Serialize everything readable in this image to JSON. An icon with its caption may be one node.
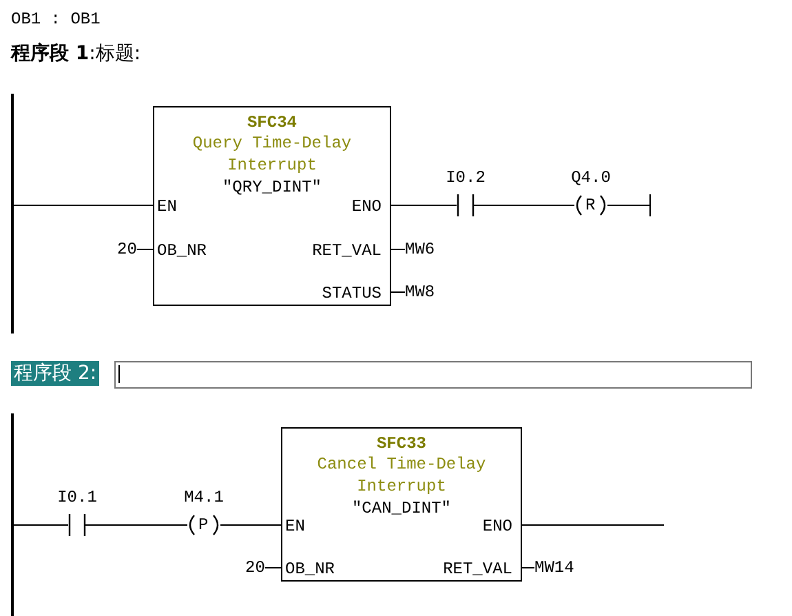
{
  "diagram": {
    "nodes": [
      {
        "text": [],
        "shape": "bar"
      },
      {
        "text": [
          "SFC34",
          "Query Time-Delay Interrupt",
          "\"QRY_DINT\"",
          "EN",
          "ENO",
          "OB_NR",
          "RET_VAL",
          "STATUS"
        ]
      },
      {
        "text": [
          "20"
        ]
      },
      {
        "text": [
          "MW6"
        ]
      },
      {
        "text": [
          "MW8"
        ]
      },
      {
        "text": [
          "I0.2"
        ]
      },
      {
        "text": [
          "Q4.0",
          "R"
        ]
      },
      {
        "text": [],
        "shape": "bar"
      },
      {
        "text": [
          "I0.1"
        ]
      },
      {
        "text": [
          "M4.1",
          "P"
        ]
      },
      {
        "text": [
          "SFC33",
          "Cancel Time-Delay Interrupt",
          "\"CAN_DINT\"",
          "EN",
          "ENO",
          "OB_NR",
          "RET_VAL"
        ]
      },
      {
        "text": [
          "20"
        ]
      },
      {
        "text": [
          "MW14"
        ]
      }
    ],
    "edges": [
      {
        "from": 0,
        "to": 1,
        "arrow": "none"
      },
      {
        "from": 2,
        "to": 1,
        "arrow": "none"
      },
      {
        "from": 1,
        "to": 3,
        "arrow": "none"
      },
      {
        "from": 1,
        "to": 4,
        "arrow": "none"
      },
      {
        "from": 1,
        "to": 5,
        "arrow": "none"
      },
      {
        "from": 5,
        "to": 6,
        "arrow": "none"
      },
      {
        "from": 6,
        "to": null,
        "arrow": "none"
      },
      {
        "from": 7,
        "to": 8,
        "arrow": "none"
      },
      {
        "from": 8,
        "to": 9,
        "arrow": "none"
      },
      {
        "from": 9,
        "to": 10,
        "arrow": "none"
      },
      {
        "from": 11,
        "to": 10,
        "arrow": "none"
      },
      {
        "from": 10,
        "to": 12,
        "arrow": "none"
      },
      {
        "from": 10,
        "to": null,
        "arrow": "none"
      }
    ],
    "labels": [
      "OB1 : OB1",
      "**程序段 1**:标题:",
      "程序段 2:"
    ]
  }
}
